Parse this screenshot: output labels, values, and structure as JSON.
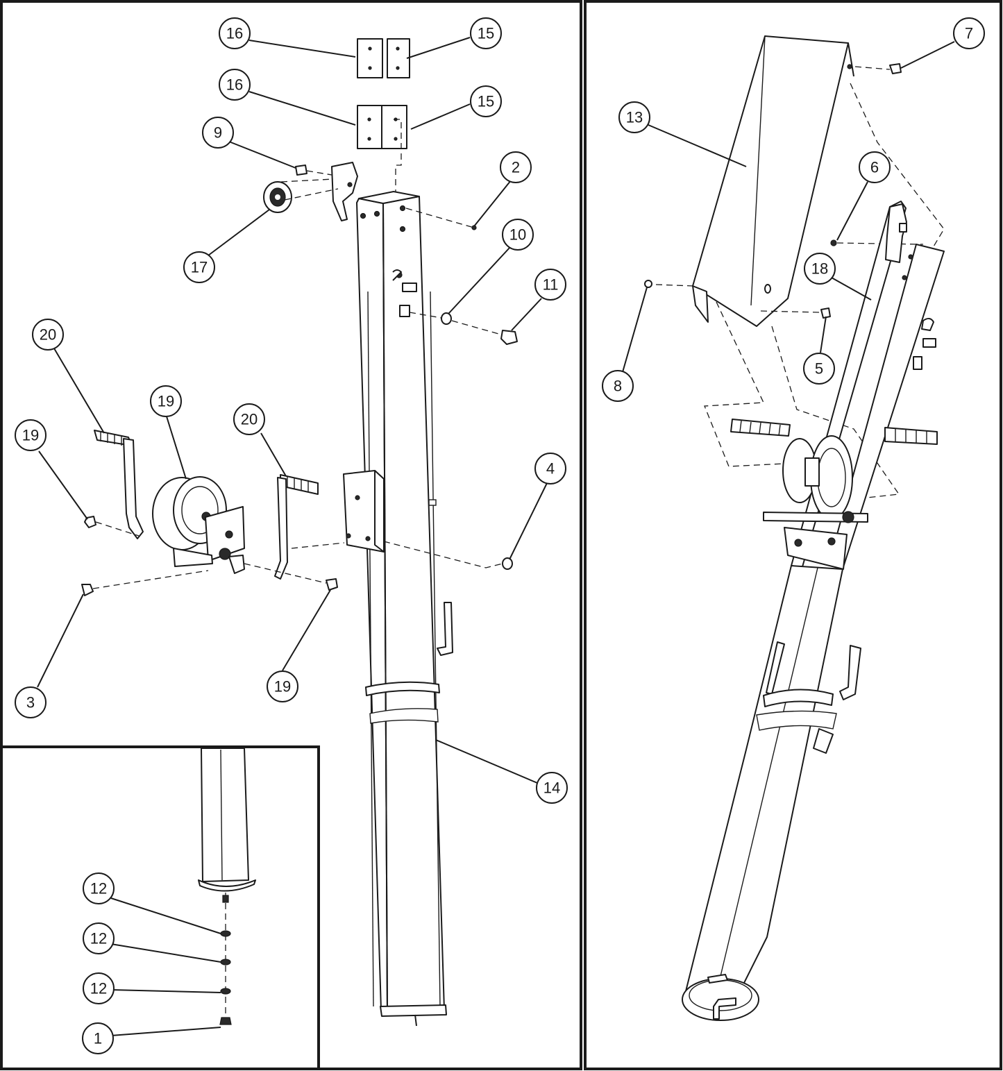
{
  "callouts": [
    {
      "id": "c16a",
      "label": "16"
    },
    {
      "id": "c15a",
      "label": "15"
    },
    {
      "id": "c16b",
      "label": "16"
    },
    {
      "id": "c15b",
      "label": "15"
    },
    {
      "id": "c9",
      "label": "9"
    },
    {
      "id": "c2",
      "label": "2"
    },
    {
      "id": "c10",
      "label": "10"
    },
    {
      "id": "c11",
      "label": "11"
    },
    {
      "id": "c17",
      "label": "17"
    },
    {
      "id": "c20a",
      "label": "20"
    },
    {
      "id": "c19a",
      "label": "19"
    },
    {
      "id": "c19b",
      "label": "19"
    },
    {
      "id": "c20b",
      "label": "20"
    },
    {
      "id": "c4",
      "label": "4"
    },
    {
      "id": "c3",
      "label": "3"
    },
    {
      "id": "c19c",
      "label": "19"
    },
    {
      "id": "c14",
      "label": "14"
    },
    {
      "id": "c12a",
      "label": "12"
    },
    {
      "id": "c12b",
      "label": "12"
    },
    {
      "id": "c12c",
      "label": "12"
    },
    {
      "id": "c1",
      "label": "1"
    },
    {
      "id": "c7",
      "label": "7"
    },
    {
      "id": "c13",
      "label": "13"
    },
    {
      "id": "c6",
      "label": "6"
    },
    {
      "id": "c18",
      "label": "18"
    },
    {
      "id": "c8",
      "label": "8"
    },
    {
      "id": "c5",
      "label": "5"
    }
  ],
  "colors": {
    "line": "#1a1a1a",
    "fill": "#ffffff",
    "dark": "#2a2a2a"
  }
}
